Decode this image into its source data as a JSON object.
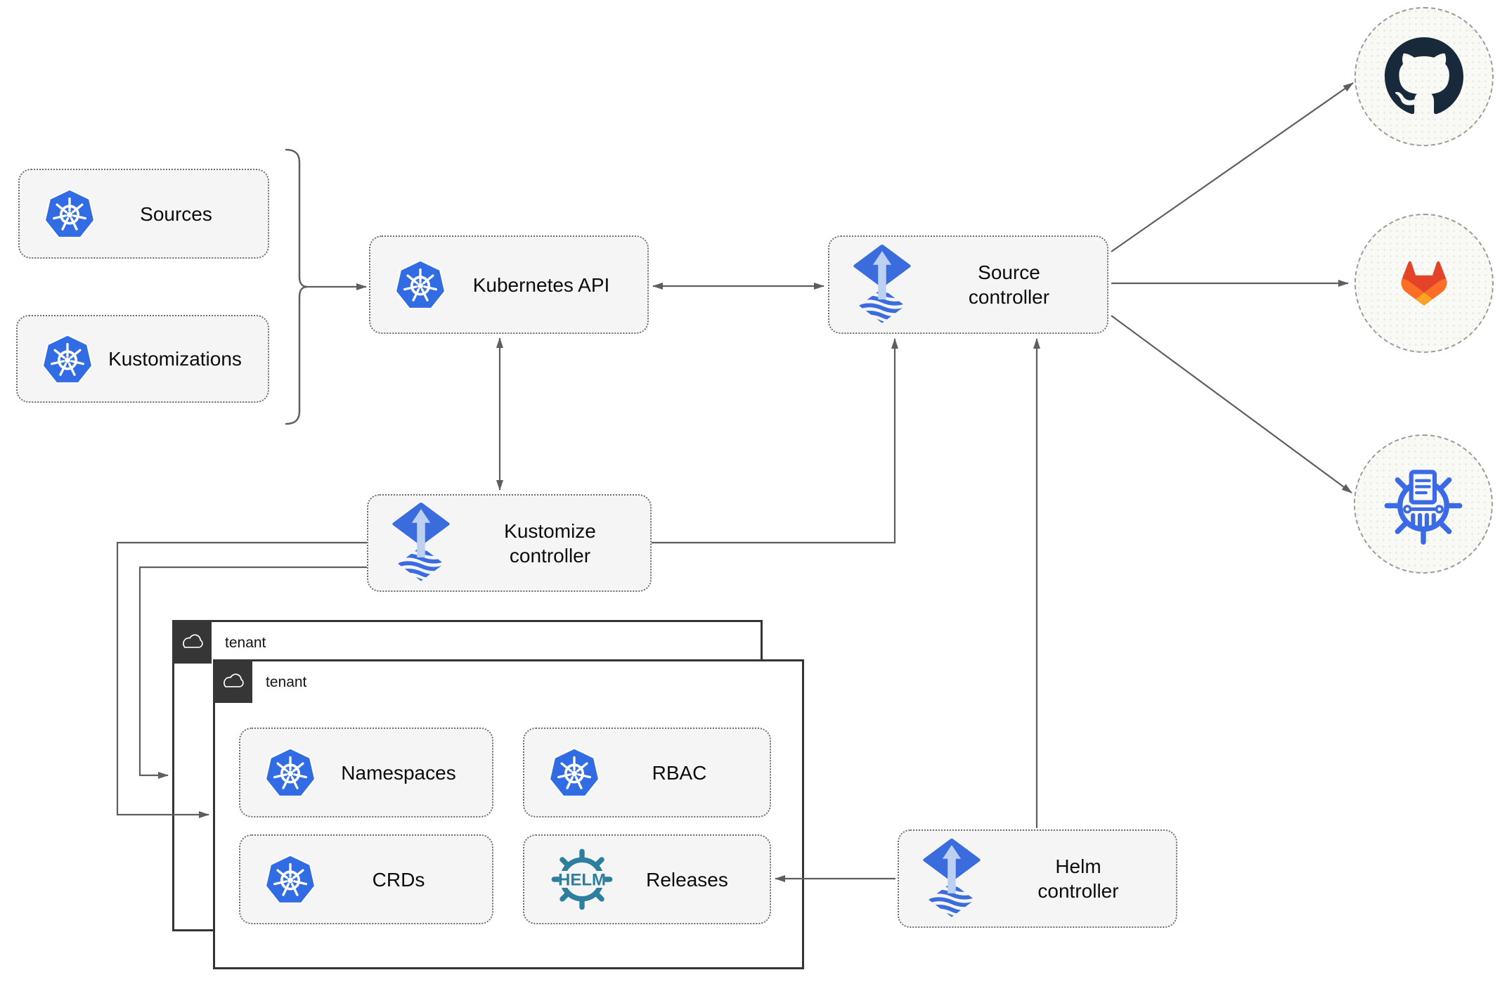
{
  "nodes": {
    "sources": {
      "label": "Sources",
      "icon": "kubernetes"
    },
    "kustomizations": {
      "label": "Kustomizations",
      "icon": "kubernetes"
    },
    "kubernetes_api": {
      "label": "Kubernetes API",
      "icon": "kubernetes"
    },
    "source_controller": {
      "label": "Source controller",
      "icon": "flux"
    },
    "kustomize_controller": {
      "label": "Kustomize controller",
      "icon": "flux"
    },
    "helm_controller": {
      "label": "Helm controller",
      "icon": "flux"
    },
    "namespaces": {
      "label": "Namespaces",
      "icon": "kubernetes"
    },
    "rbac": {
      "label": "RBAC",
      "icon": "kubernetes"
    },
    "crds": {
      "label": "CRDs",
      "icon": "kubernetes"
    },
    "releases": {
      "label": "Releases",
      "icon": "helm",
      "icon_text": "HELM"
    }
  },
  "groups": {
    "tenant_back": {
      "label": "tenant",
      "icon": "cloud"
    },
    "tenant_front": {
      "label": "tenant",
      "icon": "cloud"
    }
  },
  "external": {
    "github": {
      "icon": "github-logo"
    },
    "gitlab": {
      "icon": "gitlab-logo"
    },
    "chartmuseum": {
      "icon": "chartmuseum-logo"
    }
  },
  "edges": [
    {
      "from": "sources+kustomizations",
      "to": "kubernetes_api",
      "style": "arrow"
    },
    {
      "from": "kubernetes_api",
      "to": "source_controller",
      "style": "double-arrow"
    },
    {
      "from": "kubernetes_api",
      "to": "kustomize_controller",
      "style": "double-arrow"
    },
    {
      "from": "kustomize_controller",
      "to": "source_controller",
      "style": "arrow"
    },
    {
      "from": "kustomize_controller",
      "to": "tenant_front",
      "style": "arrow"
    },
    {
      "from": "kustomize_controller",
      "to": "tenant_back",
      "style": "arrow"
    },
    {
      "from": "helm_controller",
      "to": "source_controller",
      "style": "arrow"
    },
    {
      "from": "helm_controller",
      "to": "releases",
      "style": "arrow"
    },
    {
      "from": "source_controller",
      "to": "github",
      "style": "arrow"
    },
    {
      "from": "source_controller",
      "to": "gitlab",
      "style": "arrow"
    },
    {
      "from": "source_controller",
      "to": "chartmuseum",
      "style": "arrow"
    }
  ],
  "colors": {
    "k8s": "#326CE5",
    "flux": "#3B6CDE",
    "flux-arrow": "#BCD0F2",
    "helm": "#2E7F9F",
    "chartmuseum": "#3A6AE6",
    "github": "#17293A",
    "gitlab-dark": "#E24329",
    "gitlab-mid": "#FC6D26",
    "gitlab-light": "#FCA326",
    "node-fill": "#F5F5F5",
    "node-border": "#6F6F6F",
    "arrow": "#5E5E5E",
    "text": "#111111",
    "tenant-border": "#343434",
    "badge": "#363636",
    "circle-fill": "#F9F9F6",
    "circle-border": "#9C9C9C"
  }
}
